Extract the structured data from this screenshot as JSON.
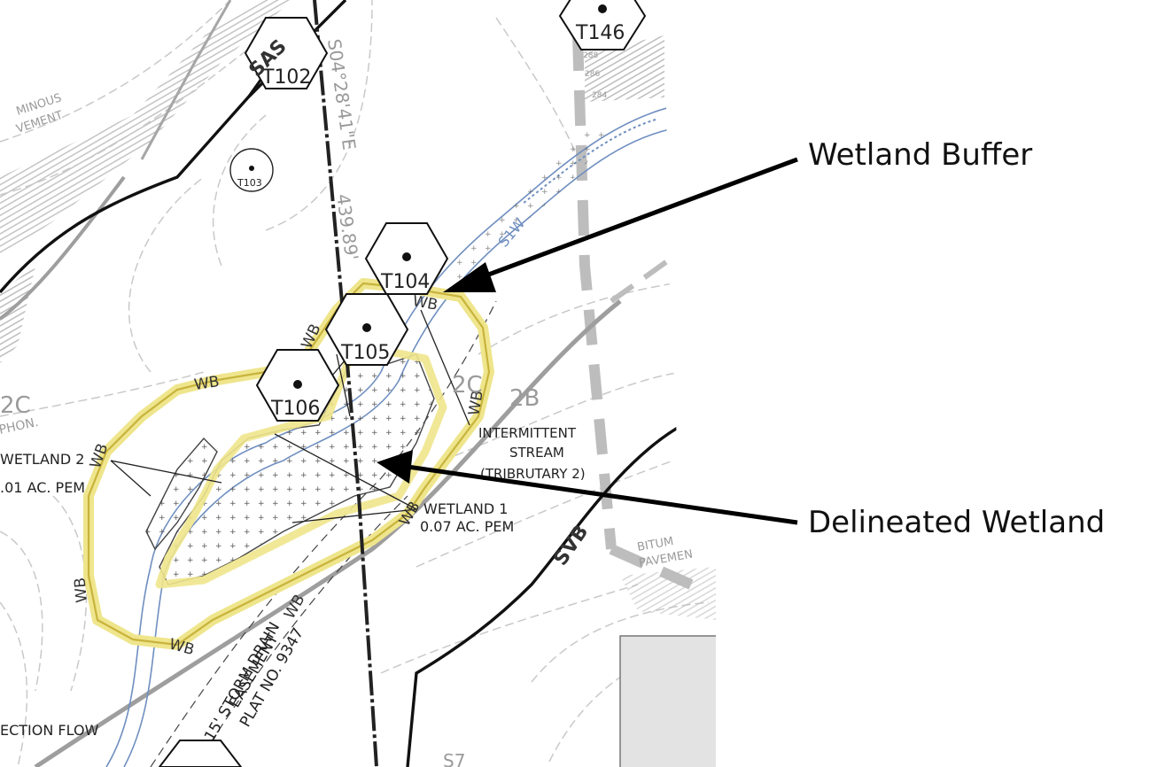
{
  "callouts": {
    "wetland_buffer": "Wetland Buffer",
    "delineated_wetland": "Delineated Wetland"
  },
  "turbines": {
    "t146": "T146",
    "t102": "T102",
    "t103": "T103",
    "t104": "T104",
    "t105": "T105",
    "t106": "T106"
  },
  "labels": {
    "bearing": "S04°28'41\"E",
    "distance": "439.89'",
    "stream_code": "S1W",
    "stream_1": "INTERMITTENT",
    "stream_2": "STREAM",
    "stream_3": "(TRIBRUTARY 2)",
    "wetland1_name": "WETLAND 1",
    "wetland1_area": "0.07 AC. PEM",
    "wetland2_name": "WETLAND 2",
    "wetland2_area": ".01 AC. PEM",
    "zone_2c_left": "2C",
    "zone_2c_mid": "2C",
    "zone_2b": "2B",
    "easement_1": "15' STORM DRAIN",
    "easement_2": "EASEMENT",
    "easement_3": "PLAT NO. 9347",
    "direction_flow": "ECTION FLOW",
    "bitum_top_1": "MINOUS",
    "bitum_top_2": "VEMENT",
    "bitum_right_1": "BITUM",
    "bitum_right_2": "PAVEMEN",
    "siphon": "PHON.",
    "line_sas": "SAS",
    "line_svb": "SVB",
    "wb": "WB",
    "contour_288": "288",
    "contour_286": "286",
    "contour_284": "284",
    "contour_s7": "S7"
  },
  "colors": {
    "buffer_highlight": "#efe58c",
    "buffer_line": "#c8b33c",
    "stream_blue": "#6f8fc0",
    "arrow": "#000000"
  }
}
